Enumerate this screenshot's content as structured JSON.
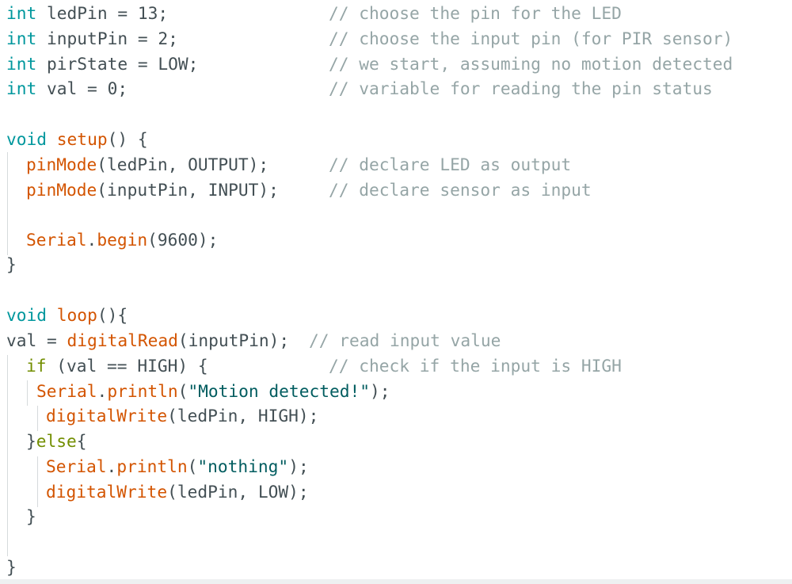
{
  "code": {
    "l1_type": "int",
    "l1_rest": " ledPin = 13;",
    "l1_comment": "// choose the pin for the LED",
    "l2_type": "int",
    "l2_rest": " inputPin = 2;",
    "l2_comment": "// choose the input pin (for PIR sensor)",
    "l3_type": "int",
    "l3_rest": " pirState = LOW;",
    "l3_comment": "// we start, assuming no motion detected",
    "l4_type": "int",
    "l4_rest": " val = 0;",
    "l4_comment": "// variable for reading the pin status",
    "l6_type": "void",
    "l6_fn": "setup",
    "l6_rest": "() {",
    "l7_fn": "pinMode",
    "l7_rest": "(ledPin, OUTPUT);",
    "l7_comment": "// declare LED as output",
    "l8_fn": "pinMode",
    "l8_rest": "(inputPin, INPUT);",
    "l8_comment": "// declare sensor as input",
    "l10_obj": "Serial",
    "l10_dot": ".",
    "l10_fn": "begin",
    "l10_rest": "(9600);",
    "l11_rest": "}",
    "l13_type": "void",
    "l13_fn": "loop",
    "l13_rest": "(){",
    "l14_pre": "val = ",
    "l14_fn": "digitalRead",
    "l14_rest": "(inputPin);",
    "l14_comment": "// read input value",
    "l15_kw": "if",
    "l15_rest": " (val == HIGH) {",
    "l15_comment": "// check if the input is HIGH",
    "l16_obj": "Serial",
    "l16_dot": ".",
    "l16_fn": "println",
    "l16_p1": "(",
    "l16_str": "\"Motion detected!\"",
    "l16_p2": ");",
    "l17_fn": "digitalWrite",
    "l17_rest": "(ledPin, HIGH);",
    "l18_b1": "}",
    "l18_kw": "else",
    "l18_b2": "{",
    "l19_obj": "Serial",
    "l19_dot": ".",
    "l19_fn": "println",
    "l19_p1": "(",
    "l19_str": "\"nothing\"",
    "l19_p2": ");",
    "l20_fn": "digitalWrite",
    "l20_rest": "(ledPin, LOW);",
    "l21_rest": "}",
    "l23_rest": "}"
  },
  "colors": {
    "type": "#00979d",
    "function": "#d35400",
    "string": "#005c5f",
    "keyword": "#728e00",
    "comment": "#95a5a6",
    "plain": "#434f54"
  }
}
